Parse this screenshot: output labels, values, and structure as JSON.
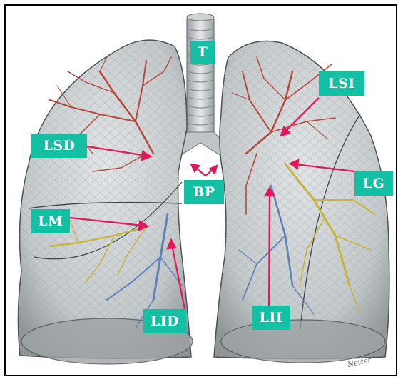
{
  "colors": {
    "label_bg": "#14c0a4",
    "label_text": "#ffffff",
    "arrow": "#e0195a",
    "lung_fill": "#c9cdcf",
    "bronchi_red": "#b5483a",
    "bronchi_yellow": "#c8b43a",
    "bronchi_blue": "#5e82b8"
  },
  "labels": {
    "t": "T",
    "lsi": "LSI",
    "lsd": "LSD",
    "lg": "LG",
    "bp": "BP",
    "lm": "LM",
    "lid": "LID",
    "lii": "LII"
  },
  "signature": "Netter"
}
